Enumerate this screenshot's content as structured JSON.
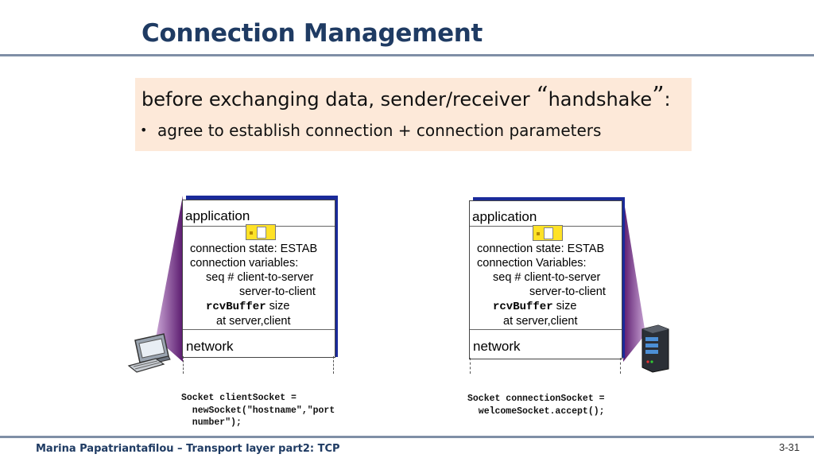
{
  "title": "Connection Management",
  "callout": {
    "line1_pre": "before exchanging data, sender/receiver ",
    "open_quote": "“",
    "keyword": "handshake",
    "close_quote": "”",
    "line1_post": ":",
    "bullet_marker": "•",
    "bullet": "agree to establish connection + connection parameters"
  },
  "client": {
    "app_label": "application",
    "state": "connection state: ESTAB",
    "vars_label": "connection variables:",
    "seq1": "seq # client-to-server",
    "seq2": "server-to-client",
    "rcv_code": "rcvBuffer",
    "rcv_text": " size",
    "at": "at server,client",
    "net_label": "network",
    "code": "Socket clientSocket =\n  newSocket(\"hostname\",\"port\n  number\");",
    "icon": "computer-icon"
  },
  "server": {
    "app_label": "application",
    "state": "connection state: ESTAB",
    "vars_label": "connection Variables:",
    "seq1": "seq # client-to-server",
    "seq2": "server-to-client",
    "rcv_code": "rcvBuffer",
    "rcv_text": " size",
    "at": "at server,client",
    "net_label": "network",
    "code": "Socket connectionSocket =\n  welcomeSocket.accept();",
    "icon": "server-icon"
  },
  "footer": {
    "author": "Marina Papatriantafilou –  Transport layer part2: TCP",
    "page": "3-31"
  },
  "colors": {
    "title": "#1f3b63",
    "callout_bg": "#fde9d9",
    "stack_shadow": "#1a2a9a",
    "socket": "#ffe227",
    "wedge": "#7a2a8a"
  }
}
